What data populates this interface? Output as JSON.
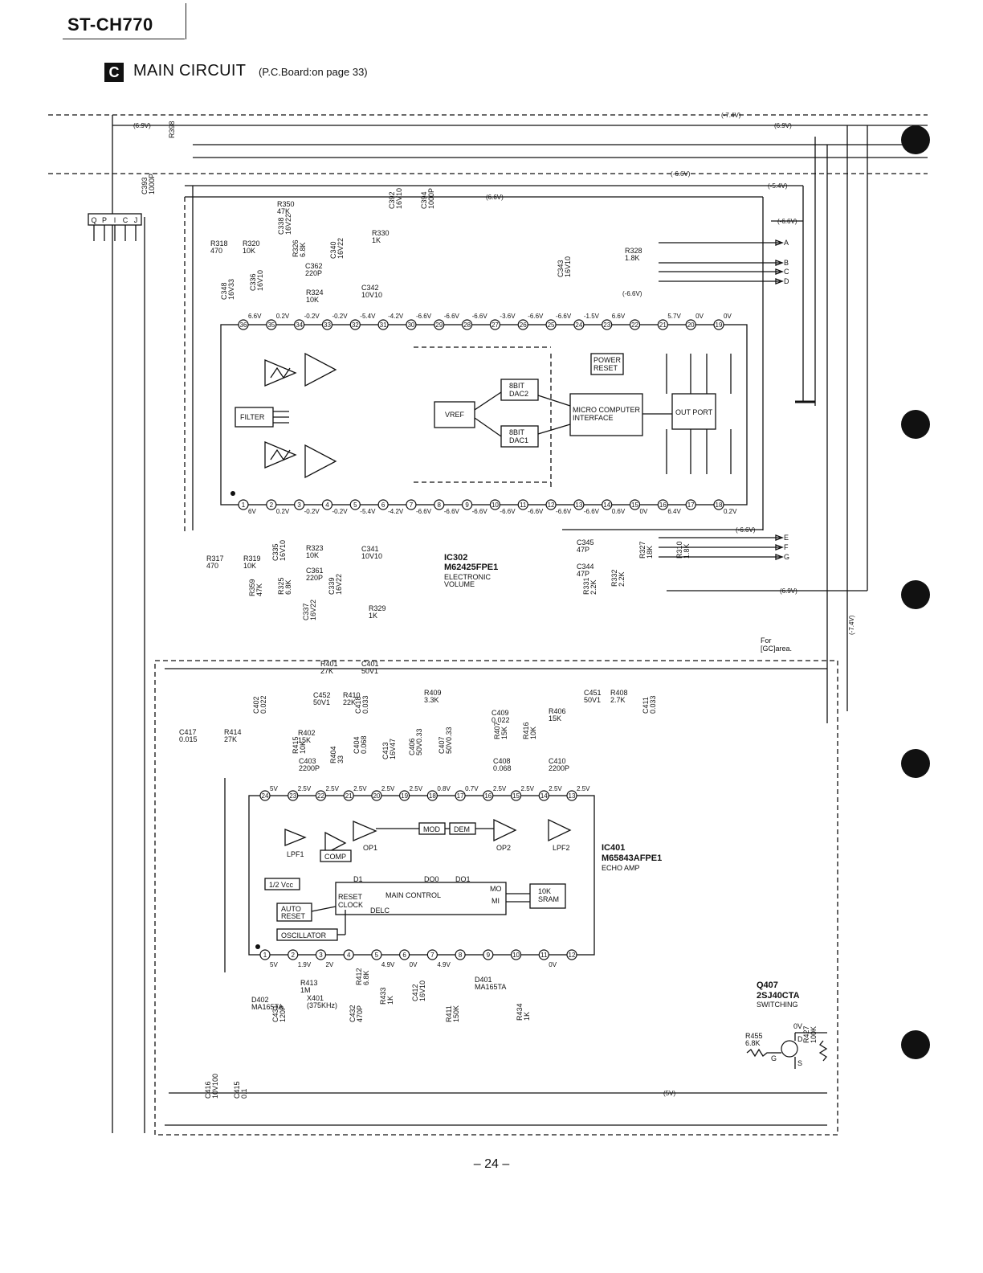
{
  "header": {
    "model": "ST-CH770"
  },
  "section": {
    "badge": "C",
    "title": "MAIN  CIRCUIT",
    "subtitle": "(P.C.Board:on page 33)"
  },
  "footer": {
    "page": "– 24 –"
  },
  "rails": {
    "r74": "(-7.4V)",
    "r69a": "(6.9V)",
    "r69b": "(6.9V)",
    "r66a": "(-6.6V)",
    "r54": "(-5.4V)",
    "r66b": "(6.6V)",
    "r66c": "(-6.6V)",
    "r66d": "(-6.6V)",
    "r66e": "(-6.6V)",
    "r69c": "(6.9V)",
    "r5v": "(5V)",
    "r74v": "(-7.4V)"
  },
  "connector": {
    "pins": [
      "Q",
      "P",
      "I",
      "C",
      "J"
    ]
  },
  "ports": [
    "A",
    "B",
    "C",
    "D",
    "E",
    "F",
    "G"
  ],
  "for_area": [
    "For",
    "[GC]area."
  ],
  "ic302": {
    "name": "IC302",
    "part": "M62425FPE1",
    "desc1": "ELECTRONIC",
    "desc2": "VOLUME",
    "blocks": {
      "filter": "FILTER",
      "vref": "VREF",
      "dac2": [
        "8BIT",
        "DAC2"
      ],
      "dac1": [
        "8BIT",
        "DAC1"
      ],
      "power": [
        "POWER",
        "RESET"
      ],
      "mci": [
        "MICRO COMPUTER",
        "INTERFACE"
      ],
      "outport": "OUT PORT"
    },
    "top_pins": [
      "36",
      "35",
      "34",
      "33",
      "32",
      "31",
      "30",
      "29",
      "28",
      "27",
      "26",
      "25",
      "24",
      "23",
      "22",
      "21",
      "20",
      "19"
    ],
    "top_volts": [
      "6.6V",
      "0.2V",
      "-0.2V",
      "-0.2V",
      "-5.4V",
      "-4.2V",
      "-6.6V",
      "-6.6V",
      "-6.6V",
      "-3.6V",
      "-6.6V",
      "-6.6V",
      "-1.5V",
      "6.6V",
      "",
      "5.7V",
      "0V",
      "0V"
    ],
    "bot_pins": [
      "1",
      "2",
      "3",
      "4",
      "5",
      "6",
      "7",
      "8",
      "9",
      "10",
      "11",
      "12",
      "13",
      "14",
      "15",
      "16",
      "17",
      "18"
    ],
    "bot_volts": [
      "6V",
      "0.2V",
      "-0.2V",
      "-0.2V",
      "-5.4V",
      "-4.2V",
      "-6.6V",
      "-6.6V",
      "-6.6V",
      "-6.6V",
      "-6.6V",
      "-6.6V",
      "-6.6V",
      "0.6V",
      "0V",
      "6.4V",
      "",
      "0.2V"
    ]
  },
  "ic401": {
    "name": "IC401",
    "part": "M65843AFPE1",
    "desc": "ECHO AMP",
    "blocks": {
      "lpf1": "LPF1",
      "comp": "COMP",
      "op1": "OP1",
      "mod": "MOD",
      "dem": "DEM",
      "op2": "OP2",
      "lpf2": "LPF2",
      "vcc": "1/2 Vcc",
      "auto": [
        "AUTO",
        "RESET"
      ],
      "osc": "OSCILLATOR",
      "main": "MAIN  CONTROL",
      "reset": "RESET",
      "clock": "CLOCK",
      "delc": "DELC",
      "d1": "D1",
      "do0": "DO0",
      "do1": "DO1",
      "mo": "MO",
      "mi": "MI",
      "sram": [
        "10K",
        "SRAM"
      ]
    },
    "top_pins": [
      "24",
      "23",
      "22",
      "21",
      "20",
      "19",
      "18",
      "17",
      "16",
      "15",
      "14",
      "13"
    ],
    "top_volts": [
      "5V",
      "2.5V",
      "2.5V",
      "2.5V",
      "2.5V",
      "2.5V",
      "0.8V",
      "0.7V",
      "2.5V",
      "2.5V",
      "2.5V",
      "2.5V"
    ],
    "bot_pins": [
      "1",
      "2",
      "3",
      "4",
      "5",
      "6",
      "7",
      "8",
      "9",
      "10",
      "11",
      "12"
    ],
    "bot_volts": [
      "5V",
      "1.9V",
      "2V",
      "",
      "4.9V",
      "0V",
      "4.9V",
      "",
      "",
      "",
      "0V",
      ""
    ]
  },
  "components": [
    {
      "ref": "R398",
      "val": ""
    },
    {
      "ref": "C393",
      "val": "1000P"
    },
    {
      "ref": "R350",
      "val": "47K"
    },
    {
      "ref": "C392",
      "val": "16V10"
    },
    {
      "ref": "C394",
      "val": "1000P"
    },
    {
      "ref": "R318",
      "val": "470"
    },
    {
      "ref": "R320",
      "val": "10K"
    },
    {
      "ref": "C338",
      "val": "16V22"
    },
    {
      "ref": "R330",
      "val": "1K"
    },
    {
      "ref": "R326",
      "val": "6.8K"
    },
    {
      "ref": "C362",
      "val": "220P"
    },
    {
      "ref": "C340",
      "val": "16V22"
    },
    {
      "ref": "R328",
      "val": "1.8K"
    },
    {
      "ref": "C336",
      "val": "16V10"
    },
    {
      "ref": "R324",
      "val": "10K"
    },
    {
      "ref": "C342",
      "val": "10V10"
    },
    {
      "ref": "C343",
      "val": "16V10"
    },
    {
      "ref": "C348",
      "val": "16V33"
    },
    {
      "ref": "C341",
      "val": "10V10"
    },
    {
      "ref": "C345",
      "val": "47P"
    },
    {
      "ref": "C344",
      "val": "47P"
    },
    {
      "ref": "R317",
      "val": "470"
    },
    {
      "ref": "R319",
      "val": "10K"
    },
    {
      "ref": "C335",
      "val": "16V10"
    },
    {
      "ref": "R323",
      "val": "10K"
    },
    {
      "ref": "C361",
      "val": "220P"
    },
    {
      "ref": "R327",
      "val": "18K"
    },
    {
      "ref": "R310",
      "val": "1.8K"
    },
    {
      "ref": "R359",
      "val": "47K"
    },
    {
      "ref": "R325",
      "val": "6.8K"
    },
    {
      "ref": "C339",
      "val": "16V22"
    },
    {
      "ref": "C337",
      "val": "16V22"
    },
    {
      "ref": "R329",
      "val": "1K"
    },
    {
      "ref": "R331",
      "val": "2.2K"
    },
    {
      "ref": "R332",
      "val": "2.2K"
    },
    {
      "ref": "R401",
      "val": "27K"
    },
    {
      "ref": "C401",
      "val": "50V1"
    },
    {
      "ref": "C452",
      "val": "50V1"
    },
    {
      "ref": "R410",
      "val": "22K"
    },
    {
      "ref": "R409",
      "val": "3.3K"
    },
    {
      "ref": "C451",
      "val": "50V1"
    },
    {
      "ref": "R408",
      "val": "2.7K"
    },
    {
      "ref": "C402",
      "val": "0.022"
    },
    {
      "ref": "C418",
      "val": "0.033"
    },
    {
      "ref": "C409",
      "val": "0.022"
    },
    {
      "ref": "R406",
      "val": "15K"
    },
    {
      "ref": "C411",
      "val": "0.033"
    },
    {
      "ref": "C417",
      "val": "0.015"
    },
    {
      "ref": "R414",
      "val": "27K"
    },
    {
      "ref": "R402",
      "val": "15K"
    },
    {
      "ref": "R407",
      "val": "15K"
    },
    {
      "ref": "R416",
      "val": "10K"
    },
    {
      "ref": "R415",
      "val": "10K"
    },
    {
      "ref": "C403",
      "val": "2200P"
    },
    {
      "ref": "R404",
      "val": "33"
    },
    {
      "ref": "C404",
      "val": "0.068"
    },
    {
      "ref": "C413",
      "val": "16V47"
    },
    {
      "ref": "C406",
      "val": "50V0.33"
    },
    {
      "ref": "C407",
      "val": "50V0.33"
    },
    {
      "ref": "C408",
      "val": "0.068"
    },
    {
      "ref": "C410",
      "val": "2200P"
    },
    {
      "ref": "R413",
      "val": "1M"
    },
    {
      "ref": "R412",
      "val": "6.8K"
    },
    {
      "ref": "D402",
      "val": "MA165TA"
    },
    {
      "ref": "X401",
      "val": "(375KHz)"
    },
    {
      "ref": "C431",
      "val": "120P"
    },
    {
      "ref": "C432",
      "val": "470P"
    },
    {
      "ref": "R433",
      "val": "1K"
    },
    {
      "ref": "C412",
      "val": "16V10"
    },
    {
      "ref": "D401",
      "val": "MA165TA"
    },
    {
      "ref": "R411",
      "val": "150K"
    },
    {
      "ref": "R434",
      "val": "1K"
    },
    {
      "ref": "C416",
      "val": "10V100"
    },
    {
      "ref": "C415",
      "val": "0.1"
    },
    {
      "ref": "R455",
      "val": "6.8K"
    },
    {
      "ref": "R427",
      "val": "100K"
    }
  ],
  "q407": {
    "ref": "Q407",
    "part": "2SJ40CTA",
    "desc": "SWITCHING",
    "ov": "0V",
    "g": "G",
    "d": "D",
    "s": "S"
  }
}
